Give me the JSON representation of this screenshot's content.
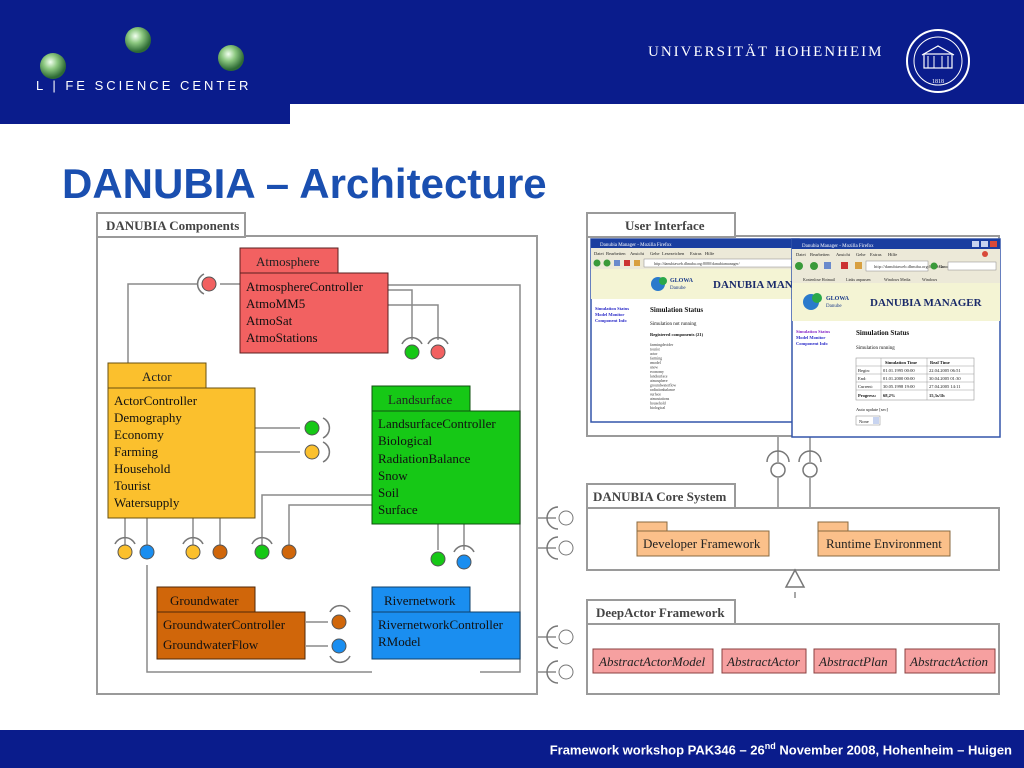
{
  "header": {
    "org_left": "L | FE SCIENCE CENTER",
    "org_right": "UNIVERSITÄT  HOHENHEIM",
    "seal_year": "1818"
  },
  "slide": {
    "title": "DANUBIA – Architecture"
  },
  "footer": {
    "text_prefix": "Framework workshop PAK346 – 26",
    "text_sup": "nd",
    "text_suffix": " November 2008, Hohenheim – Huigen"
  },
  "colors": {
    "header_blue": "#0a1c8c",
    "title_blue": "#1a4fb0",
    "atmosphere_red": "#f26161",
    "actor_yellow": "#fbc02d",
    "landsurface_green": "#16c816",
    "groundwater_brown": "#d0660a",
    "rivernetwork_blue": "#1a8ef0",
    "package_orange": "#fbc08a",
    "abstract_pink": "#f6a0a0"
  },
  "diagram": {
    "components_label": "DANUBIA Components",
    "atmosphere": {
      "name": "Atmosphere",
      "items": [
        "AtmosphereController",
        "AtmoMM5",
        "AtmoSat",
        "AtmoStations"
      ]
    },
    "actor": {
      "name": "Actor",
      "items": [
        "ActorController",
        "Demography",
        "Economy",
        "Farming",
        "Household",
        "Tourist",
        "Watersupply"
      ]
    },
    "landsurface": {
      "name": "Landsurface",
      "items": [
        "LandsurfaceController",
        "Biological",
        "RadiationBalance",
        "Snow",
        "Soil",
        "Surface"
      ]
    },
    "groundwater": {
      "name": "Groundwater",
      "items": [
        "GroundwaterController",
        "GroundwaterFlow"
      ]
    },
    "rivernetwork": {
      "name": "Rivernetwork",
      "items": [
        "RivernetworkController",
        "RModel"
      ]
    },
    "user_interface_label": "User Interface",
    "core_system": {
      "label": "DANUBIA Core System",
      "packages": [
        "Developer Framework",
        "Runtime Environment"
      ]
    },
    "deepactor": {
      "label": "DeepActor Framework",
      "classes": [
        "AbstractActorModel",
        "AbstractActor",
        "AbstractPlan",
        "AbstractAction"
      ]
    }
  },
  "screenshot1": {
    "window_title": "Danubia Manager - Mozilla Firefox",
    "menu": [
      "Datei",
      "Bearbeiten",
      "Ansicht",
      "Gehe",
      "Lesezeichen",
      "Extras",
      "Hilfe"
    ],
    "url": "http://danubiaweb.dhnuba.org:8080/danubiamanager/",
    "logo_top": "GLOWA",
    "logo_bottom": "Danube",
    "banner": "DANUBIA MANA",
    "nav": [
      "Simulation Status",
      "Model Monitor",
      "Component Info"
    ],
    "status_heading": "Simulation Status",
    "status_text": "Simulation not running",
    "registered_label": "Registered components (21)",
    "components": [
      "farmingdecider",
      "tourist",
      "actor",
      "farming",
      "rmodel",
      "snow",
      "economy",
      "landsurface",
      "atmosphere",
      "groundwaterflow",
      "radiationbalance",
      "surface",
      "atmostations",
      "household",
      "biological"
    ]
  },
  "screenshot2": {
    "window_title": "Danubia Manager - Mozilla Firefox",
    "menu": [
      "Datei",
      "Bearbeiten",
      "Ansicht",
      "Gehe",
      "Extras",
      "Hilfe"
    ],
    "url": "http://danubiaweb.dhnuba.org:8080/danubiamanager/",
    "bookmarks": [
      "Kostenlose Hotmail",
      "Links anpassen",
      "Windows Media",
      "Windows"
    ],
    "go_label": "Go",
    "logo_top": "GLOWA",
    "logo_bottom": "Danube",
    "banner": "DANUBIA MANAGER",
    "nav": [
      "Simulation Status",
      "Model Monitor",
      "Component Info"
    ],
    "status_heading": "Simulation Status",
    "status_text": "Simulation running",
    "table_headers": [
      "",
      "Simulation Time",
      "Real Time"
    ],
    "table_rows": [
      [
        "Begin:",
        "01.01.1995 00:00",
        "22.04.2005 06:51"
      ],
      [
        "End:",
        "01.01.2000 00:00",
        "30.04.2005 01:30"
      ],
      [
        "Current:",
        "30.05.1998 19:00",
        "27.04.2005 14:11"
      ],
      [
        "Progress:",
        "68,2%",
        "15,3s/1h"
      ]
    ],
    "auto_update_label": "Auto update [sec]",
    "auto_update_value": "None"
  }
}
